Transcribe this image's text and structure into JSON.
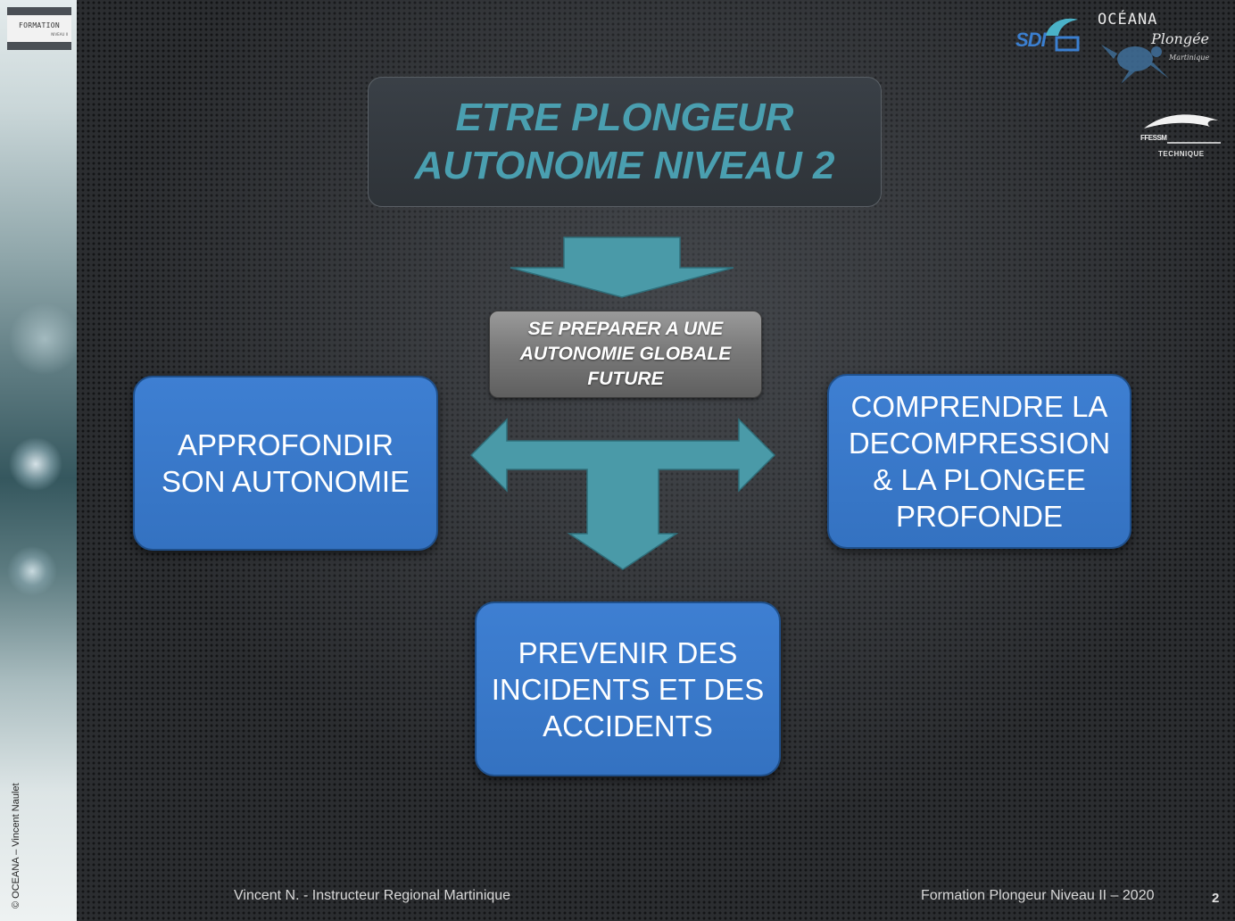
{
  "sidebar": {
    "badge_title": "FORMATION",
    "badge_sub": "NIVEAU II",
    "copyright": "© OCEANA – Vincent Naulet"
  },
  "logos": {
    "sdi": "SDI",
    "oceana_title": "OCÉANA",
    "oceana_sub": "Plongée",
    "oceana_place": "Martinique",
    "ffessm_name": "FFESSM",
    "ffessm_sub": "TECHNIQUE"
  },
  "title": {
    "line1": "ETRE PLONGEUR",
    "line2": "AUTONOME NIVEAU 2"
  },
  "center": {
    "line1": "SE PREPARER A UNE",
    "line2": "AUTONOMIE GLOBALE",
    "line3": "FUTURE"
  },
  "left_box": {
    "line1": "APPROFONDIR",
    "line2": "SON AUTONOMIE"
  },
  "right_box": {
    "line1": "COMPRENDRE LA",
    "line2": "DECOMPRESSION",
    "line3": "& LA PLONGEE",
    "line4": "PROFONDE"
  },
  "bottom_box": {
    "line1": "PREVENIR DES",
    "line2": "INCIDENTS ET DES",
    "line3": "ACCIDENTS"
  },
  "footer": {
    "left": "Vincent N. - Instructeur Regional Martinique",
    "right": "Formation Plongeur Niveau II – 2020",
    "page": "2"
  },
  "colors": {
    "title_text": "#4a9fb0",
    "arrow_fill": "#4a9aa8",
    "box_blue": "#3a7acb"
  }
}
